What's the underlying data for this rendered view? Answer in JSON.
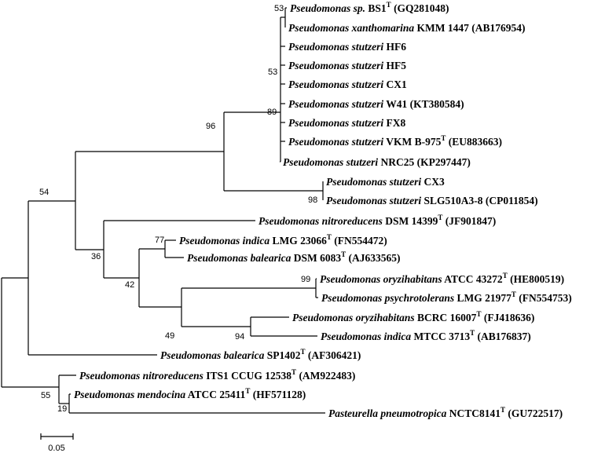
{
  "tree": {
    "taxa": [
      {
        "id": "t1",
        "genus": "Pseudomonas",
        "species": "sp.",
        "strain": "BS1",
        "type_strain": true,
        "accession": "(GQ281048)"
      },
      {
        "id": "t2",
        "genus": "Pseudomonas",
        "species": "xanthomarina",
        "strain": "KMM 1447",
        "type_strain": false,
        "accession": "(AB176954)"
      },
      {
        "id": "t3",
        "genus": "Pseudomonas",
        "species": "stutzeri",
        "strain": "HF6",
        "type_strain": false,
        "accession": ""
      },
      {
        "id": "t4",
        "genus": "Pseudomonas",
        "species": "stutzeri",
        "strain": "HF5",
        "type_strain": false,
        "accession": ""
      },
      {
        "id": "t5",
        "genus": "Pseudomonas",
        "species": "stutzeri",
        "strain": "CX1",
        "type_strain": false,
        "accession": ""
      },
      {
        "id": "t6",
        "genus": "Pseudomonas",
        "species": "stutzeri",
        "strain": "W41",
        "type_strain": false,
        "accession": "(KT380584)"
      },
      {
        "id": "t7",
        "genus": "Pseudomonas",
        "species": "stutzeri",
        "strain": "FX8",
        "type_strain": false,
        "accession": ""
      },
      {
        "id": "t8",
        "genus": "Pseudomonas",
        "species": "stutzeri",
        "strain": "VKM B-975",
        "type_strain": true,
        "accession": "(EU883663)"
      },
      {
        "id": "t9",
        "genus": "Pseudomonas",
        "species": "stutzeri",
        "strain": "NRC25",
        "type_strain": false,
        "accession": "(KP297447)"
      },
      {
        "id": "t10",
        "genus": "Pseudomonas",
        "species": "stutzeri",
        "strain": "CX3",
        "type_strain": false,
        "accession": ""
      },
      {
        "id": "t11",
        "genus": "Pseudomonas",
        "species": "stutzeri",
        "strain": "SLG510A3-8",
        "type_strain": false,
        "accession": "(CP011854)"
      },
      {
        "id": "t12",
        "genus": "Pseudomonas",
        "species": "nitroreducens",
        "strain": "DSM 14399",
        "type_strain": true,
        "accession": "(JF901847)"
      },
      {
        "id": "t13",
        "genus": "Pseudomonas",
        "species": "indica",
        "strain": "LMG 23066",
        "type_strain": true,
        "accession": "(FN554472)"
      },
      {
        "id": "t14",
        "genus": "Pseudomonas",
        "species": "balearica",
        "strain": "DSM 6083",
        "type_strain": true,
        "accession": "(AJ633565)"
      },
      {
        "id": "t15",
        "genus": "Pseudomonas",
        "species": "oryzihabitans",
        "strain": "ATCC 43272",
        "type_strain": true,
        "accession": "(HE800519)"
      },
      {
        "id": "t16",
        "genus": "Pseudomonas",
        "species": "psychrotolerans",
        "strain": "LMG 21977",
        "type_strain": true,
        "accession": "(FN554753)"
      },
      {
        "id": "t17",
        "genus": "Pseudomonas",
        "species": "oryzihabitans",
        "strain": "BCRC 16007",
        "type_strain": true,
        "accession": "(FJ418636)"
      },
      {
        "id": "t18",
        "genus": "Pseudomonas",
        "species": "indica",
        "strain": "MTCC 3713",
        "type_strain": true,
        "accession": "(AB176837)"
      },
      {
        "id": "t19",
        "genus": "Pseudomonas",
        "species": "balearica",
        "strain": "SP1402",
        "type_strain": true,
        "accession": "(AF306421)"
      },
      {
        "id": "t20",
        "genus": "Pseudomonas",
        "species": "nitroreducens",
        "strain": "ITS1 CCUG 12538",
        "type_strain": true,
        "accession": "(AM922483)"
      },
      {
        "id": "t21",
        "genus": "Pseudomonas",
        "species": "mendocina",
        "strain": "ATCC 25411",
        "type_strain": true,
        "accession": "(HF571128)"
      },
      {
        "id": "t22",
        "genus": "Pasteurella",
        "species": "pneumotropica",
        "strain": "NCTC8141",
        "type_strain": true,
        "accession": "(GU722517)"
      }
    ],
    "type_marker": "T",
    "bootstrap": {
      "n53a": "53",
      "n53b": "53",
      "n89": "89",
      "n96": "96",
      "n98": "98",
      "n54": "54",
      "n36": "36",
      "n77": "77",
      "n42": "42",
      "n99": "99",
      "n49": "49",
      "n94": "94",
      "n55": "55",
      "n19": "19"
    },
    "scale_bar": {
      "value": 0.05,
      "label": "0.05"
    }
  }
}
